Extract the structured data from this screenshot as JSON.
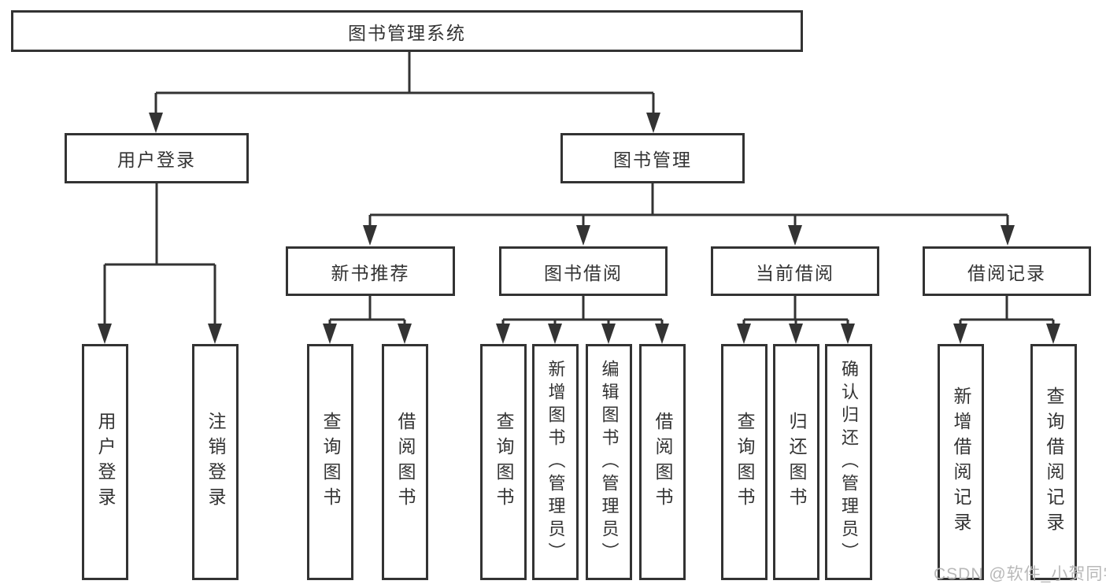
{
  "diagram": {
    "title_node": {
      "label": "图书管理系统"
    },
    "level2": [
      {
        "label": "用户登录"
      },
      {
        "label": "图书管理"
      }
    ],
    "level3": [
      {
        "label": "新书推荐"
      },
      {
        "label": "图书借阅"
      },
      {
        "label": "当前借阅"
      },
      {
        "label": "借阅记录"
      }
    ],
    "leaves": {
      "user_login": [
        {
          "label": "用户登录"
        },
        {
          "label": "注销登录"
        }
      ],
      "new_book_recommend": [
        {
          "label": "查询图书"
        },
        {
          "label": "借阅图书"
        }
      ],
      "book_borrow": [
        {
          "label": "查询图书"
        },
        {
          "label": "新增图书（管理员）"
        },
        {
          "label": "编辑图书（管理员）"
        },
        {
          "label": "借阅图书"
        }
      ],
      "current_borrow": [
        {
          "label": "查询图书"
        },
        {
          "label": "归还图书"
        },
        {
          "label": "确认归还（管理员）"
        }
      ],
      "borrow_record": [
        {
          "label": "新增借阅记录"
        },
        {
          "label": "查询借阅记录"
        }
      ]
    }
  },
  "watermark": {
    "text": "CSDN @软件_小贺同学",
    "color": "#b8b8b8"
  },
  "style": {
    "line_color": "#333333",
    "background": "#ffffff"
  }
}
